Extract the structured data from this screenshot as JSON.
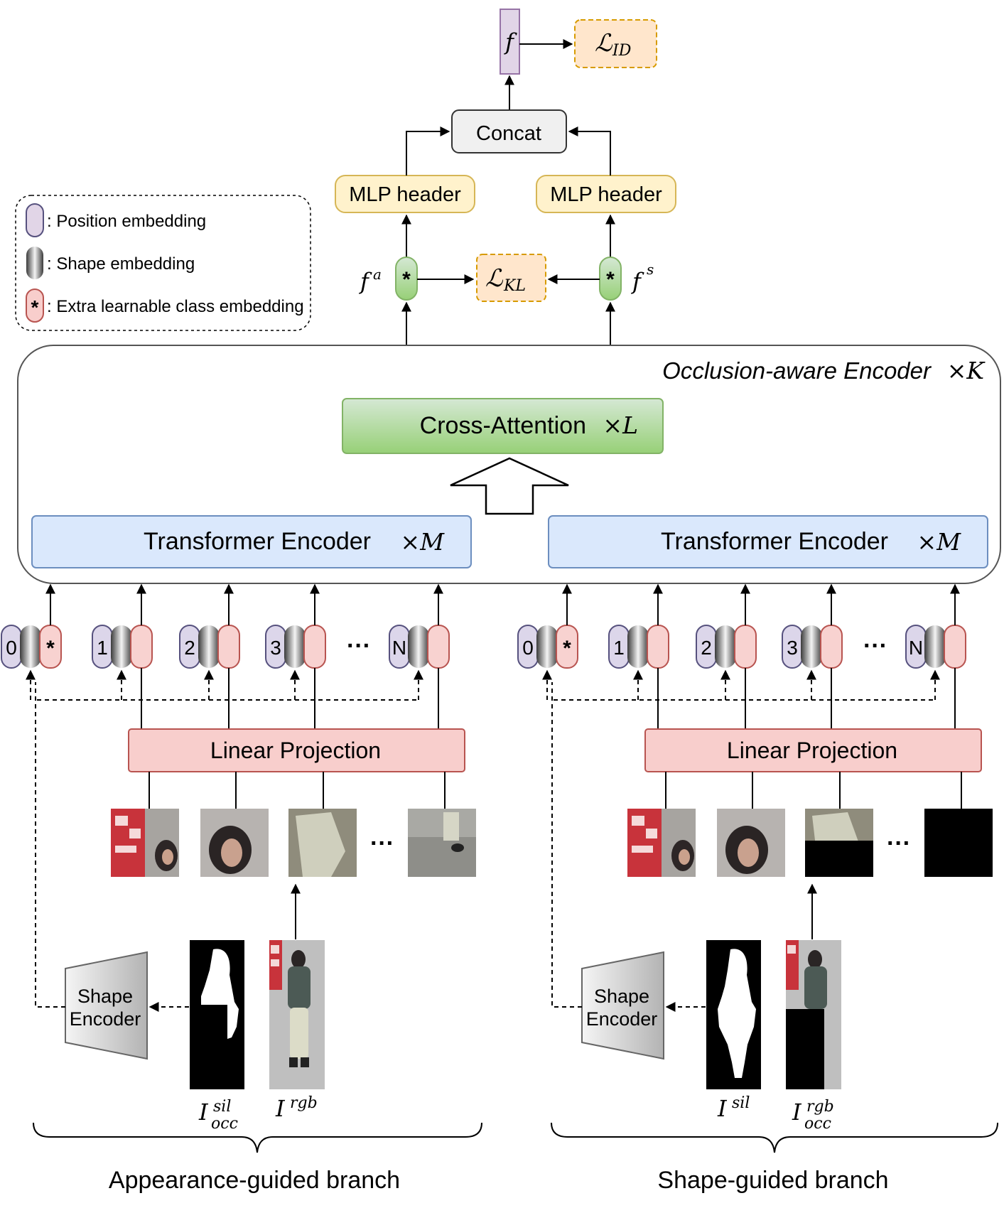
{
  "legend": {
    "position": ": Position embedding",
    "shape": ": Shape embedding",
    "extra": ": Extra learnable class embedding"
  },
  "top": {
    "f_label": "f",
    "loss_id_main": "ℒ",
    "loss_id_sub": "ID",
    "concat": "Concat",
    "mlp_left": "MLP header",
    "mlp_right": "MLP header",
    "fa_main": "f",
    "fa_sup": "a",
    "fs_main": "f",
    "fs_sup": "s",
    "loss_kl_main": "ℒ",
    "loss_kl_sub": "KL",
    "star": "*"
  },
  "encoder": {
    "title": "Occlusion-aware Encoder",
    "times_k": "×K",
    "cross_attention": "Cross-Attention",
    "times_l": "×L",
    "transformer_left": "Transformer Encoder",
    "transformer_right": "Transformer Encoder",
    "times_m": "×M"
  },
  "tokens": {
    "indices": [
      "0",
      "1",
      "2",
      "3",
      "N"
    ],
    "ellipsis": "···"
  },
  "branches": {
    "linear_projection": "Linear Projection",
    "shape_encoder_line1": "Shape",
    "shape_encoder_line2": "Encoder",
    "left_name": "Appearance-guided branch",
    "right_name": "Shape-guided branch",
    "left_sil_main": "I",
    "left_sil_sup": "sil",
    "left_sil_sub": "occ",
    "left_rgb_main": "I",
    "left_rgb_sup": "rgb",
    "right_sil_main": "I",
    "right_sil_sup": "sil",
    "right_rgb_main": "I",
    "right_rgb_sup": "rgb",
    "right_rgb_sub": "occ"
  },
  "colors": {
    "position_fill": "#dcd6ea",
    "position_stroke": "#56517e",
    "extra_fill": "#f8d2d0",
    "extra_stroke": "#b85450",
    "star_fill": "#a9d48c",
    "star_stroke": "#82b366",
    "mlp_fill": "#fff2cc",
    "mlp_stroke": "#d6b656",
    "loss_fill": "#ffe6cc",
    "loss_stroke": "#d79b00",
    "transformer_fill": "#dae8fc",
    "transformer_stroke": "#6c8ebf",
    "linear_fill": "#f8cecc",
    "linear_stroke": "#b85450",
    "cross_fill": "#9dd47f",
    "concat_fill": "#f0f0f0",
    "f_fill": "#e1d5e7",
    "f_stroke": "#9673a6"
  }
}
